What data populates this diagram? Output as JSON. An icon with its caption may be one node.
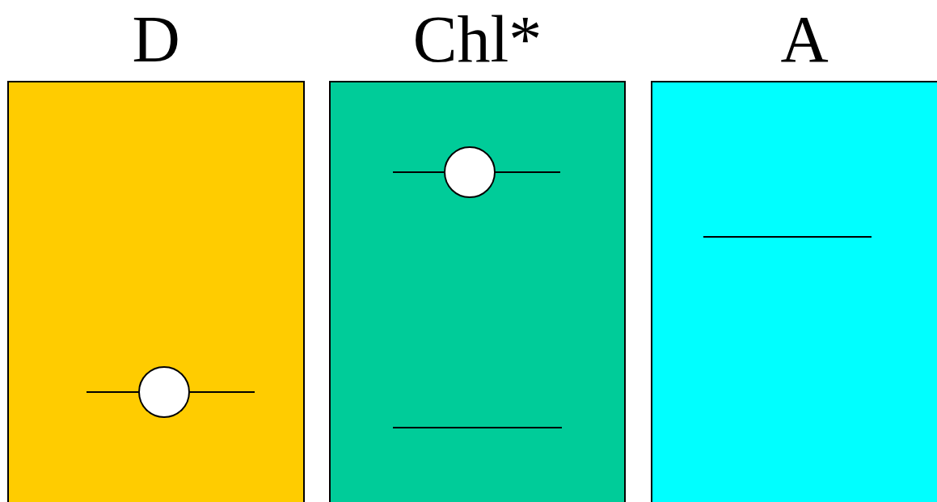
{
  "diagram": {
    "nodes": [
      {
        "text": [
          "D"
        ]
      },
      {
        "text": [
          "Chl*"
        ]
      },
      {
        "text": [
          "A"
        ]
      }
    ]
  }
}
